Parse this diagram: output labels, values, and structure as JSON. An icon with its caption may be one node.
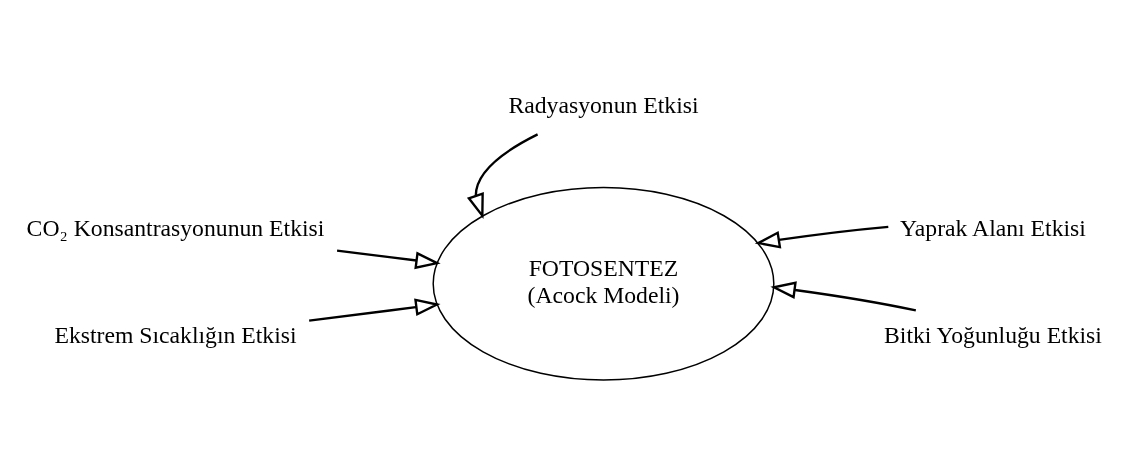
{
  "diagram": {
    "nodes": [
      {
        "text": [
          "FOTOSENTEZ",
          "(Acock Modeli)"
        ]
      },
      {
        "text": [
          "Radyasyonun Etkisi"
        ]
      },
      {
        "text": [
          "CO₂ Konsantrasyonunun Etkisi"
        ]
      },
      {
        "text": [
          "Yaprak Alanı Etkisi"
        ]
      },
      {
        "text": [
          "Bitki Yoğunluğu Etkisi"
        ]
      },
      {
        "text": [
          "Ekstrem Sıcaklığın Etkisi"
        ]
      }
    ],
    "edges": [
      {
        "from": 1,
        "to": 0,
        "arrow": "to"
      },
      {
        "from": 2,
        "to": 0,
        "arrow": "to"
      },
      {
        "from": 3,
        "to": 0,
        "arrow": "to"
      },
      {
        "from": 4,
        "to": 0,
        "arrow": "to"
      },
      {
        "from": 5,
        "to": 0,
        "arrow": "to"
      }
    ]
  }
}
